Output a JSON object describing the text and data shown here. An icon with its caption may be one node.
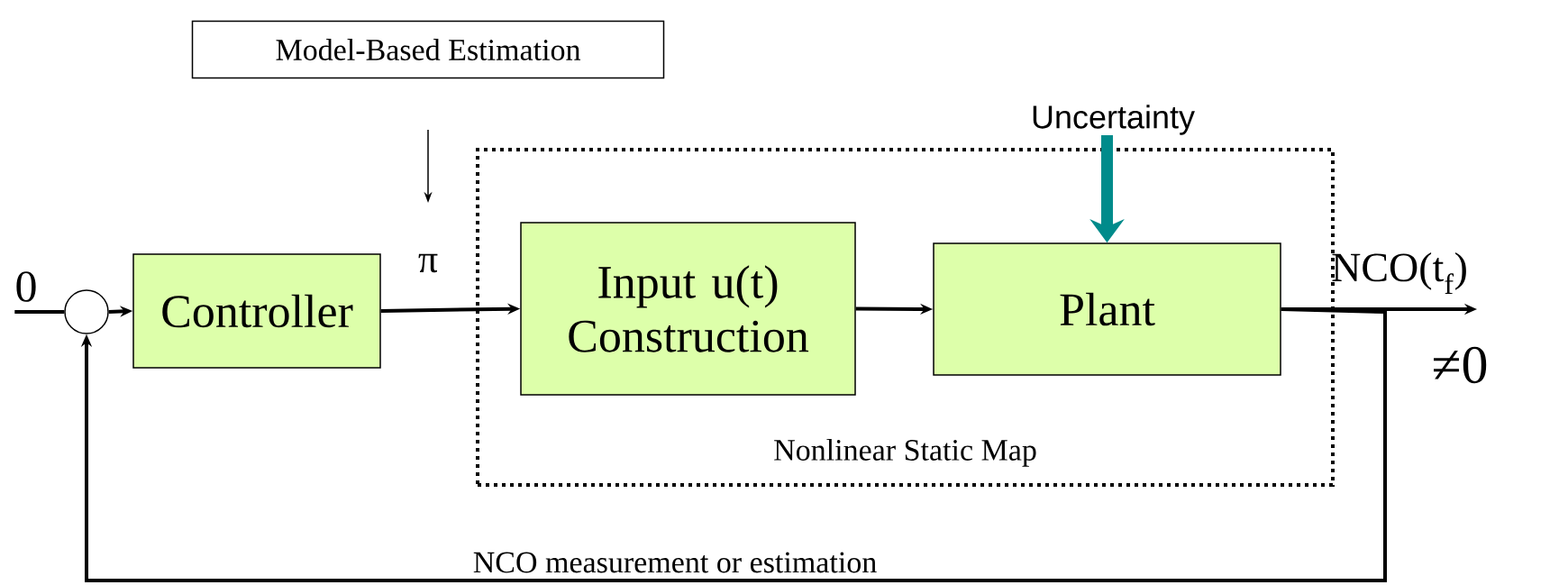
{
  "diagram": {
    "nodes": [
      {
        "text": [
          "Model-Based Estimation"
        ]
      },
      {
        "text": [
          "0"
        ]
      },
      {
        "text": [],
        "shape": "circle"
      },
      {
        "text": [
          "Controller"
        ]
      },
      {
        "text": [
          "Nonlinear Static Map"
        ]
      },
      {
        "text": [
          "Input u(t) Construction"
        ],
        "in": 4
      },
      {
        "text": [
          "Plant"
        ],
        "in": 4
      },
      {
        "text": [
          "Uncertainty"
        ]
      },
      {
        "text": [
          "NCO(t$_{f}$)"
        ]
      }
    ],
    "edges": [
      {
        "from": 1,
        "to": 2,
        "arrow": "none"
      },
      {
        "from": 2,
        "to": 3,
        "arrow": "to"
      },
      {
        "from": 3,
        "to": 5,
        "arrow": "to",
        "label": "π"
      },
      {
        "from": 5,
        "to": 6,
        "arrow": "to"
      },
      {
        "from": 7,
        "to": 6,
        "arrow": "to",
        "style": "thick",
        "color": "#008b8b"
      },
      {
        "from": 6,
        "to": 8,
        "arrow": "to"
      },
      {
        "from": 6,
        "to": 2,
        "arrow": "to",
        "label": "NCO measurement or estimation"
      }
    ],
    "labels": [
      "≠0"
    ]
  }
}
